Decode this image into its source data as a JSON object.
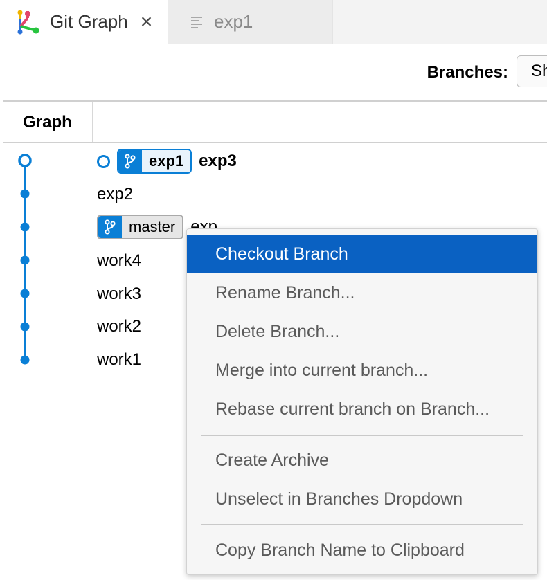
{
  "tabs": [
    {
      "label": "Git Graph",
      "active": true
    },
    {
      "label": "exp1",
      "active": false
    }
  ],
  "toolbar": {
    "branches_label": "Branches:",
    "branches_value": "Sh"
  },
  "table": {
    "graph_header": "Graph"
  },
  "commits": [
    {
      "refs": [
        {
          "name": "exp1",
          "current": true
        }
      ],
      "message": "exp3",
      "is_head": true
    },
    {
      "refs": [],
      "message": "exp2",
      "is_head": false
    },
    {
      "refs": [
        {
          "name": "master",
          "current": false
        }
      ],
      "message": "exp",
      "is_head": false
    },
    {
      "refs": [],
      "message": "work4",
      "is_head": false
    },
    {
      "refs": [],
      "message": "work3",
      "is_head": false
    },
    {
      "refs": [],
      "message": "work2",
      "is_head": false
    },
    {
      "refs": [],
      "message": "work1",
      "is_head": false
    }
  ],
  "context_menu": {
    "items": [
      "Checkout Branch",
      "Rename Branch...",
      "Delete Branch...",
      "Merge into current branch...",
      "Rebase current branch on Branch...",
      "Create Archive",
      "Unselect in Branches Dropdown",
      "Copy Branch Name to Clipboard"
    ],
    "active_index": 0
  },
  "colors": {
    "graph_line": "#0a7fd6",
    "menu_highlight": "#0a61c2",
    "menu_text": "#5a5a5a",
    "logo_red": "#e2456a",
    "logo_yellow": "#f0b400",
    "logo_blue": "#2b72d9",
    "logo_green": "#27c43f"
  },
  "icons": {
    "git_graph_tab": "git-graph-logo-icon",
    "exp1_tab": "document-lines-icon",
    "close": "close-icon",
    "branch_ref": "git-branch-icon"
  }
}
